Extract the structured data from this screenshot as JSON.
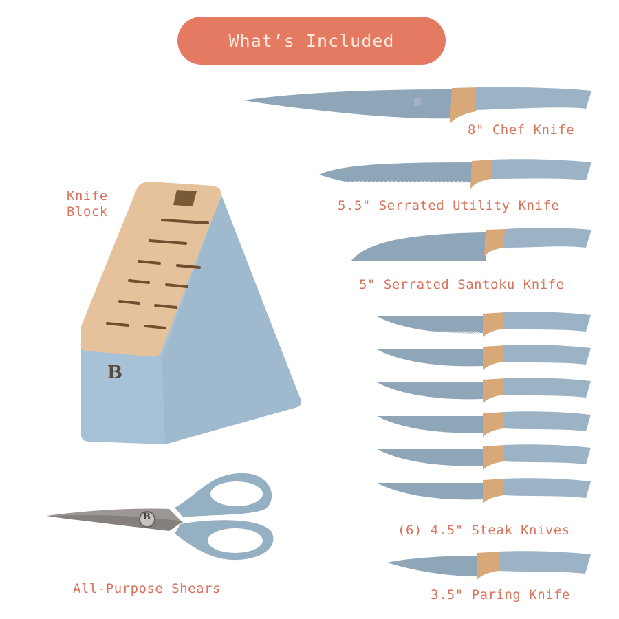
{
  "header": {
    "title": "What’s Included"
  },
  "colors": {
    "accent_pill": "#e57a62",
    "label_text": "#d9735c",
    "handle_blue": "#9cb3c6",
    "blade_blue": "#8fa6b9",
    "bolster_gold": "#d9a878",
    "wood": "#e6c29c",
    "block_blue": "#a7c1d6"
  },
  "items": [
    {
      "id": "chef-knife",
      "label": "8\" Chef Knife"
    },
    {
      "id": "utility-knife",
      "label": "5.5\" Serrated Utility Knife"
    },
    {
      "id": "santoku-knife",
      "label": "5\" Serrated Santoku Knife"
    },
    {
      "id": "steak-knives",
      "label": "(6) 4.5\" Steak Knives",
      "count": 6
    },
    {
      "id": "paring-knife",
      "label": "3.5\" Paring Knife"
    },
    {
      "id": "knife-block",
      "label_line1": "Knife",
      "label_line2": "Block"
    },
    {
      "id": "shears",
      "label": "All-Purpose Shears"
    }
  ],
  "brand": {
    "logo_letter": "B"
  }
}
